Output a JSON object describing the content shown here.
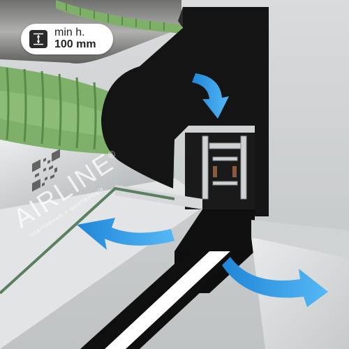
{
  "badge": {
    "icon": "height-arrows-icon",
    "label": "min h.",
    "value": "100 mm"
  },
  "brand": {
    "name": "AIRLINE",
    "registered": "®",
    "tagline": "освітлення + вентиляція"
  },
  "colors": {
    "duct_green": "#7fb069",
    "duct_gray": "#9a9a98",
    "profile_black": "#111111",
    "arrow_blue": "#2d9be8",
    "panel_white": "#f4f4f4"
  }
}
